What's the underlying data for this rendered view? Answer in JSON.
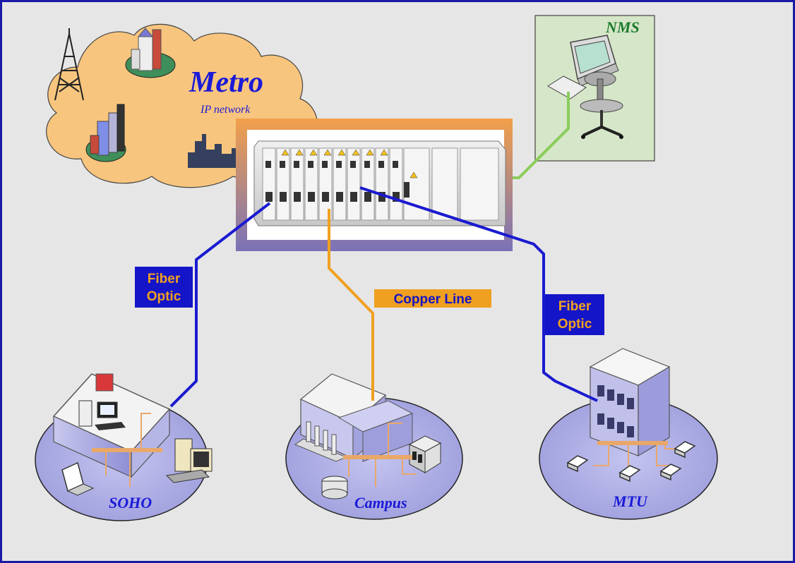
{
  "cloud": {
    "title": "Metro",
    "subtitle": "IP network"
  },
  "nms": {
    "label": "NMS"
  },
  "links": {
    "fiber_left": {
      "line1": "Fiber",
      "line2": "Optic"
    },
    "copper": {
      "label": "Copper Line"
    },
    "fiber_right": {
      "line1": "Fiber",
      "line2": "Optic"
    }
  },
  "sites": {
    "soho": {
      "label": "SOHO"
    },
    "campus": {
      "label": "Campus"
    },
    "mtu": {
      "label": "MTU"
    }
  },
  "colors": {
    "frame": "#1a1aa6",
    "background": "#e6e6e6",
    "cloud": "#f7c57e",
    "fiber": "#1a1ad0",
    "copper": "#f0a020",
    "management": "#8acd5a",
    "label_blue": "#0a0ab4",
    "label_orange_text": "#f0a020",
    "nms_bg": "#d6e6c8",
    "site_ellipse": "#a8a8e0"
  }
}
